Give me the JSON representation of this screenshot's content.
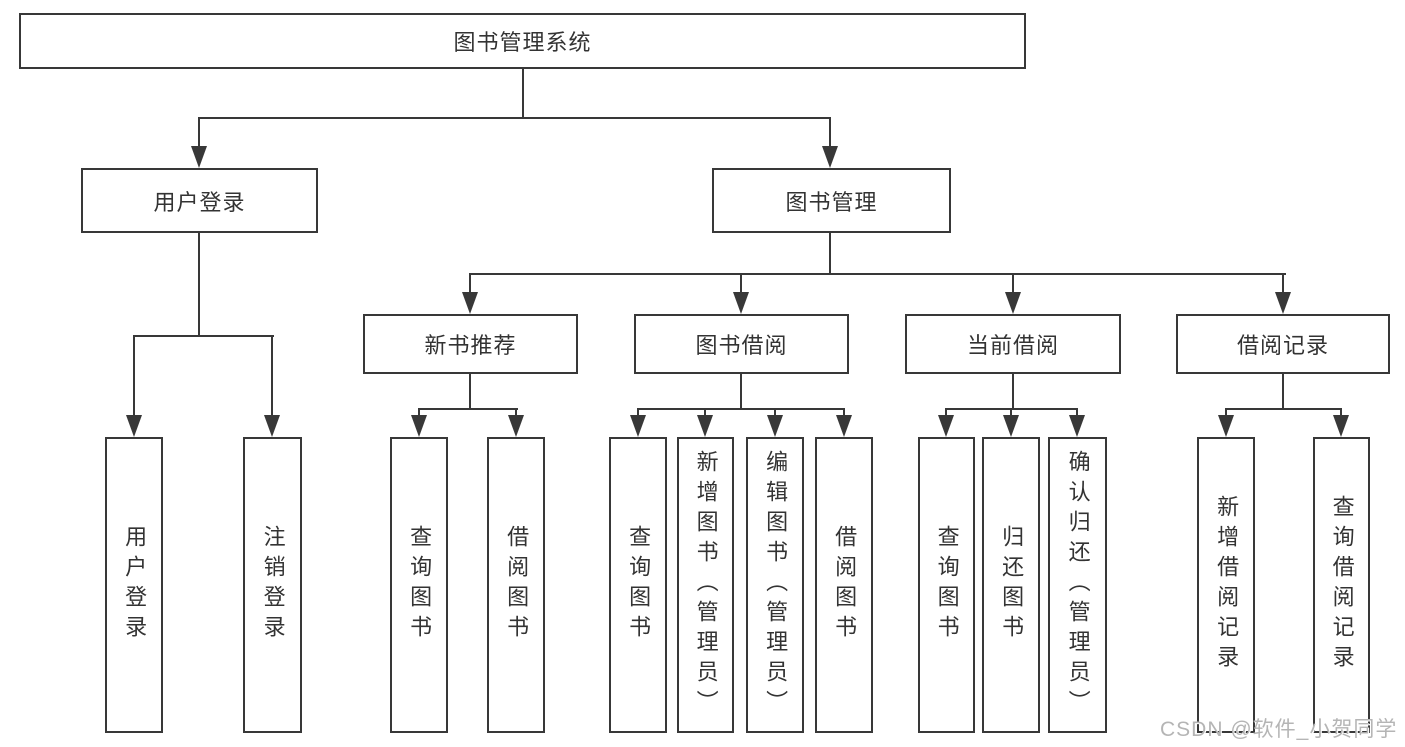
{
  "nodes": {
    "root": "图书管理系统",
    "l2": [
      "用户登录",
      "图书管理"
    ],
    "l3": [
      "新书推荐",
      "图书借阅",
      "当前借阅",
      "借阅记录"
    ],
    "leaves": [
      "用户登录",
      "注销登录",
      "查询图书",
      "借阅图书",
      "查询图书",
      "新增图书（管理员）",
      "编辑图书（管理员）",
      "借阅图书",
      "查询图书",
      "归还图书",
      "确认归还（管理员）",
      "新增借阅记录",
      "查询借阅记录"
    ]
  },
  "watermark": "CSDN @软件_小贺同学",
  "colors": {
    "line": "#383838",
    "text": "#333333",
    "background": "#ffffff",
    "watermark": "#b5b5b5"
  }
}
